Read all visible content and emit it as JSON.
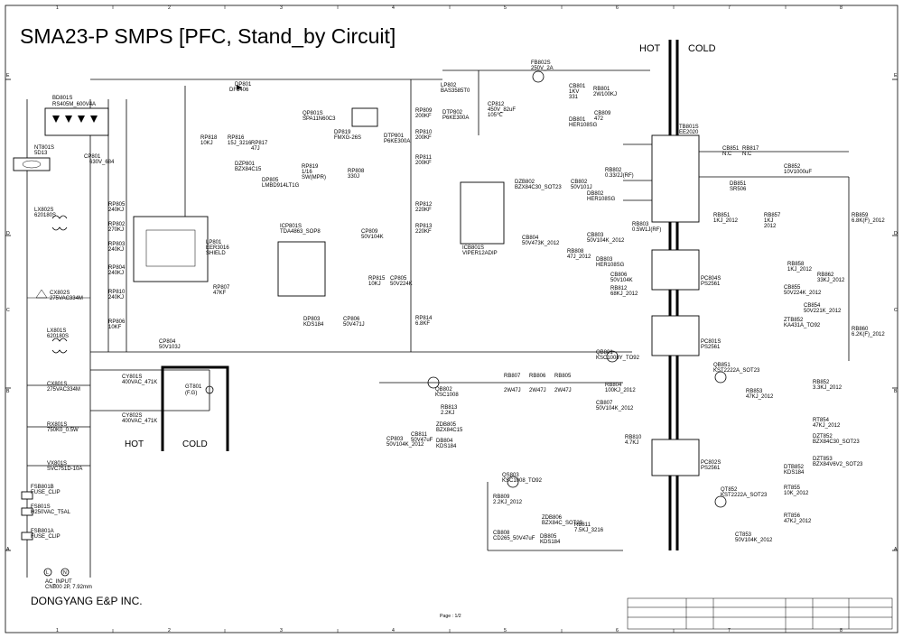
{
  "title": "SMA23-P SMPS [PFC, Stand_by Circuit]",
  "company": "DONGYANG E&P INC.",
  "page_label": "Page : 1/2",
  "zones": {
    "hot_top": "HOT",
    "cold_top": "COLD",
    "hot_mid": "HOT",
    "cold_mid": "COLD"
  },
  "border": {
    "cols": [
      "1",
      "2",
      "3",
      "4",
      "5",
      "6",
      "7",
      "8"
    ],
    "rows": [
      "E",
      "D",
      "C",
      "B",
      "A"
    ]
  },
  "components": {
    "bd801s": [
      "BD801S",
      "RS405M_600V4A"
    ],
    "nt801s": [
      "NT801S",
      "5D13"
    ],
    "lx802s": [
      "LX802S",
      "620180S"
    ],
    "cx802s": [
      "CX802S",
      "275VAC334M"
    ],
    "lx801s": [
      "LX801S",
      "620180S"
    ],
    "cx801s": [
      "CX801S",
      "275VAC334M"
    ],
    "rx801s": [
      "RX801S",
      "750K0_0.5W"
    ],
    "vx801s": [
      "VX801S",
      "SVC751D-10A"
    ],
    "fsb801b": [
      "FSB801B",
      "FUSE_CLIP"
    ],
    "fs801s": [
      "FS801S",
      "H250VAC_T5AL"
    ],
    "fsb801a": [
      "FSB801A",
      "FUSE_CLIP"
    ],
    "ac_input": [
      "AC_INPUT",
      "CN800 2P, 7.92mm"
    ],
    "cy801s": [
      "CY801S",
      "400VAC_471K"
    ],
    "cy802s": [
      "CY802S",
      "400VAC_471K"
    ],
    "gt801": [
      "GT801",
      "(F.G)"
    ],
    "cp801": [
      "CP801",
      "630V_684"
    ],
    "dp801": [
      "DP801",
      "DF5406"
    ],
    "rp818": [
      "RP818",
      "10KJ"
    ],
    "rp816": [
      "RP816",
      "15J_3216"
    ],
    "rp817": [
      "RP817",
      "47J"
    ],
    "dzp801": [
      "DZP801",
      "BZX84C15"
    ],
    "dp805": [
      "DP805",
      "LMBD914LT1G"
    ],
    "qp801s": [
      "QP801S",
      "SPA11N60C3"
    ],
    "dp819": [
      "DP819",
      "FMXG-26S"
    ],
    "rp819": [
      "RP819",
      "1/16"
    ],
    "sw_mpr": "SW(MPR)",
    "rp808": [
      "RP808",
      "330J"
    ],
    "dtp801": [
      "DTP801",
      "P6KE300A"
    ],
    "rp805": [
      "RP805",
      "240KJ"
    ],
    "rp802": [
      "RP802",
      "270KJ"
    ],
    "rp803": [
      "RP803",
      "240KJ"
    ],
    "rp804": [
      "RP804",
      "240KJ"
    ],
    "rp810": [
      "RP810",
      "240KJ"
    ],
    "rp806": [
      "RP806",
      "10KF"
    ],
    "lp801": [
      "LP801",
      "EER3016",
      "SHIELD"
    ],
    "icp801s": [
      "ICP801S",
      "TDA4863_SOP8"
    ],
    "rp807": [
      "RP807",
      "47KF"
    ],
    "cp804": [
      "CP804",
      "50V103J"
    ],
    "dp803": [
      "DP803",
      "KDS184"
    ],
    "cp806": [
      "CP806",
      "50V471J"
    ],
    "cp809": [
      "CP809",
      "50V104K"
    ],
    "rp815": [
      "RP815",
      "10KJ"
    ],
    "cp805": [
      "CP805",
      "50V224K"
    ],
    "rp809": [
      "RP809",
      "200KF"
    ],
    "rp810b": [
      "RP810",
      "200KF"
    ],
    "rp811": [
      "RP811",
      "200KF"
    ],
    "rp812": [
      "RP812",
      "220KF"
    ],
    "rp813": [
      "RP813",
      "220KF"
    ],
    "rp814": [
      "RP814",
      "6.8KF"
    ],
    "lp802": [
      "LP802",
      "BAS3585T0"
    ],
    "dtp802": [
      "DTP802",
      "P6KE300A"
    ],
    "cp812": [
      "CP812",
      "450V_82uF",
      "105℃"
    ],
    "fb802s": [
      "FB802S",
      "250V_2A"
    ],
    "cb801": [
      "CB801",
      "1KV",
      "331"
    ],
    "rb801": [
      "RB801",
      "2W100KJ"
    ],
    "db801": [
      "DB801",
      "HER108SG"
    ],
    "cb809": [
      "CB809",
      "472"
    ],
    "dzb802": [
      "DZB802",
      "BZX84C30_SOT23"
    ],
    "icb801s": [
      "ICB801S",
      "VIPER12ADIP"
    ],
    "rb802": [
      "RB802",
      "0.33/2J(RF)"
    ],
    "cb802": [
      "CB802",
      "50V101J"
    ],
    "db802": [
      "DB802",
      "HER108SG"
    ],
    "rb803": [
      "RB803",
      "0.5W1J(RF)"
    ],
    "cb804": [
      "CB804",
      "50V473K_2012"
    ],
    "cb803": [
      "CB803",
      "50V104K_2012"
    ],
    "rb808": [
      "RB808",
      "47J_2012"
    ],
    "db803": [
      "DB803",
      "HER108SG"
    ],
    "cb806": [
      "CB806",
      "50V104K"
    ],
    "rb812": [
      "RB812",
      "68KJ_2012"
    ],
    "tb801s": [
      "TB801S",
      "EE2020"
    ],
    "cb851": [
      "CB851",
      "N.C"
    ],
    "rb817": [
      "RB817",
      "N.C"
    ],
    "cb852": [
      "CB852",
      "10V1000uF"
    ],
    "db851": [
      "DB851",
      "SR506"
    ],
    "rb851": [
      "RB851",
      "1KJ_2012"
    ],
    "rb857": [
      "RB857",
      "1KJ",
      "2012"
    ],
    "rb859": [
      "RB859",
      "6.8K(F)_2012"
    ],
    "rb858": [
      "RB858",
      "1KJ_2012"
    ],
    "rb862": [
      "RB862",
      "33KJ_2012"
    ],
    "cb855": [
      "CB855",
      "50V224K_2012"
    ],
    "cb854": [
      "CB854",
      "50V221K_2012"
    ],
    "pc804s": [
      "PC804S",
      "PS2561"
    ],
    "ztb852": [
      "ZTB852",
      "KA431A_TO92"
    ],
    "rb860": [
      "RB860",
      "6.2K(F)_2012"
    ],
    "qb801": [
      "QB801",
      "KSC1008Y_TO92"
    ],
    "rb804": [
      "RB804",
      "100KJ_2012"
    ],
    "cb807": [
      "CB807",
      "50V104K_2012"
    ],
    "pc801s": [
      "PC801S",
      "PS2561"
    ],
    "qb851": [
      "QB851",
      "KST2222A_SOT23"
    ],
    "rb853": [
      "RB853",
      "47KJ_2012"
    ],
    "rb852": [
      "RB852",
      "3.3KJ_2012"
    ],
    "rb807": [
      "RB807",
      "2W47J"
    ],
    "rb806": [
      "RB806",
      "2W47J"
    ],
    "rb805": [
      "RB805",
      "2W47J"
    ],
    "qb802": [
      "QB802",
      "KSC1008"
    ],
    "rb813": [
      "RB813",
      "2.2KJ"
    ],
    "cp803": [
      "CP803",
      "50V104K_2012"
    ],
    "cb811": [
      "CB811",
      "50V47uF"
    ],
    "zdb805": [
      "ZDB805",
      "BZX84C15"
    ],
    "db804": [
      "DB804",
      "KDS184"
    ],
    "rb810": [
      "RB810",
      "4.7KJ"
    ],
    "pc802s": [
      "PC802S",
      "PS2561"
    ],
    "rt854": [
      "RT854",
      "47KJ_2012"
    ],
    "dzt852": [
      "DZT852",
      "BZX84C30_SOT23"
    ],
    "dzt853": [
      "DZT853",
      "BZX84V6V2_SOT23"
    ],
    "dtb852": [
      "DTB852",
      "KDS184"
    ],
    "qt852": [
      "QT852",
      "KST2222A_SOT23"
    ],
    "rt855": [
      "RT855",
      "10K_2012"
    ],
    "rt856": [
      "RT856",
      "47KJ_2012"
    ],
    "ct853": [
      "CT853",
      "50V104K_2012"
    ],
    "qs803": [
      "QS803",
      "KSC1008_TO92"
    ],
    "rb809": [
      "RB809",
      "2.2KJ_2012"
    ],
    "cb808": [
      "CB808",
      "CD265_50V47uF"
    ],
    "zdb806": [
      "ZDB806",
      "BZX84C_SOT23"
    ],
    "dbb05": [
      "DB805",
      "KDS184"
    ],
    "rb811": [
      "RB811",
      "7.5KJ_3216"
    ]
  }
}
